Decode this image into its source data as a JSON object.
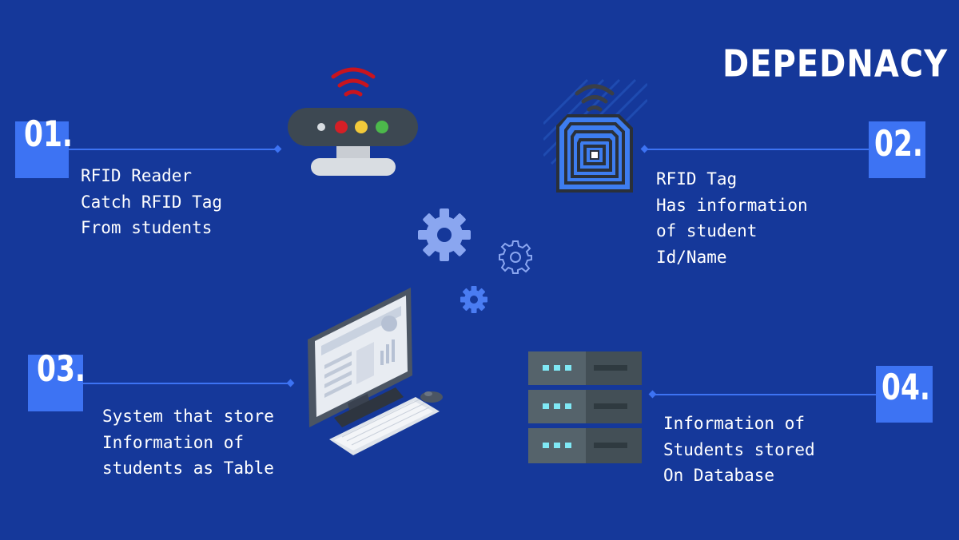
{
  "title": "DEPEDNACY",
  "colors": {
    "background": "#15389a",
    "accent": "#3d73f3",
    "text": "#ffffff"
  },
  "steps": [
    {
      "number": "01.",
      "lines": [
        "RFID Reader",
        "Catch RFID Tag",
        "From students"
      ],
      "icon": "rfid-reader-icon"
    },
    {
      "number": "02.",
      "lines": [
        "RFID Tag",
        "Has information",
        "of student",
        "Id/Name"
      ],
      "icon": "rfid-tag-icon"
    },
    {
      "number": "03.",
      "lines": [
        "System that store",
        "Information of",
        "students as Table"
      ],
      "icon": "computer-icon"
    },
    {
      "number": "04.",
      "lines": [
        "Information of",
        "Students stored",
        "On Database"
      ],
      "icon": "database-server-icon"
    }
  ],
  "decorations": [
    "gear-icon-large",
    "gear-icon-outline",
    "gear-icon-small"
  ]
}
